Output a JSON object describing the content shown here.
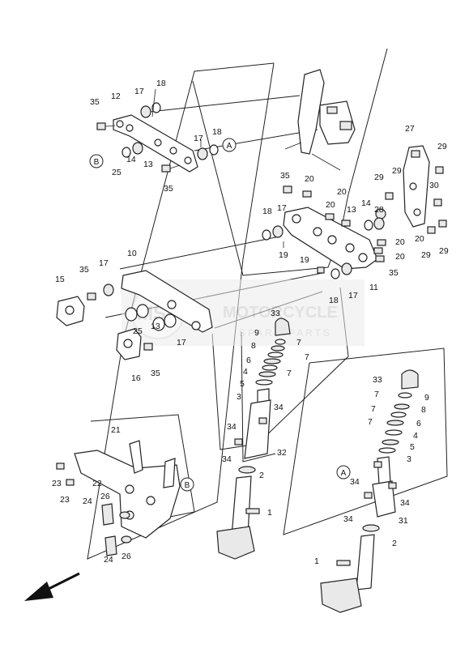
{
  "watermark": {
    "badge": "MSP",
    "title": "MOTORCYCLE",
    "subtitle": "SPARE PARTS"
  },
  "labels": {
    "l1a": "1",
    "l1b": "1",
    "l2a": "2",
    "l2b": "2",
    "l3a": "3",
    "l3b": "3",
    "l4a": "4",
    "l4b": "4",
    "l5a": "5",
    "l5b": "5",
    "l6a": "6",
    "l6b": "6",
    "l7a": "7",
    "l7b": "7",
    "l7c": "7",
    "l7d": "7",
    "l7e": "7",
    "l8a": "8",
    "l8b": "8",
    "l9a": "9",
    "l9b": "9",
    "l10": "10",
    "l11": "11",
    "l12": "12",
    "l13a": "13",
    "l13b": "13",
    "l13c": "13",
    "l14a": "14",
    "l14b": "14",
    "l15": "15",
    "l16": "16",
    "l17a": "17",
    "l17b": "17",
    "l17c": "17",
    "l17d": "17",
    "l17e": "17",
    "l18a": "18",
    "l18b": "18",
    "l18c": "18",
    "l18d": "18",
    "l19a": "19",
    "l19b": "19",
    "l20a": "20",
    "l20b": "20",
    "l20c": "20",
    "l20d": "20",
    "l20e": "20",
    "l20f": "20",
    "l21": "21",
    "l22": "22",
    "l23a": "23",
    "l23b": "23",
    "l24a": "24",
    "l24b": "24",
    "l25a": "25",
    "l25b": "25",
    "l26a": "26",
    "l26b": "26",
    "l27": "27",
    "l28": "28",
    "l29a": "29",
    "l29b": "29",
    "l29c": "29",
    "l29d": "29",
    "l30": "30",
    "l31": "31",
    "l32": "32",
    "l33a": "33",
    "l33b": "33",
    "l34a": "34",
    "l34b": "34",
    "l34c": "34",
    "l34d": "34",
    "l34e": "34",
    "l35a": "35",
    "l35b": "35",
    "l35c": "35",
    "l35d": "35",
    "l35e": "35",
    "l35f": "35"
  },
  "refs": {
    "a1": "A",
    "a2": "A",
    "b1": "B",
    "b2": "B"
  }
}
